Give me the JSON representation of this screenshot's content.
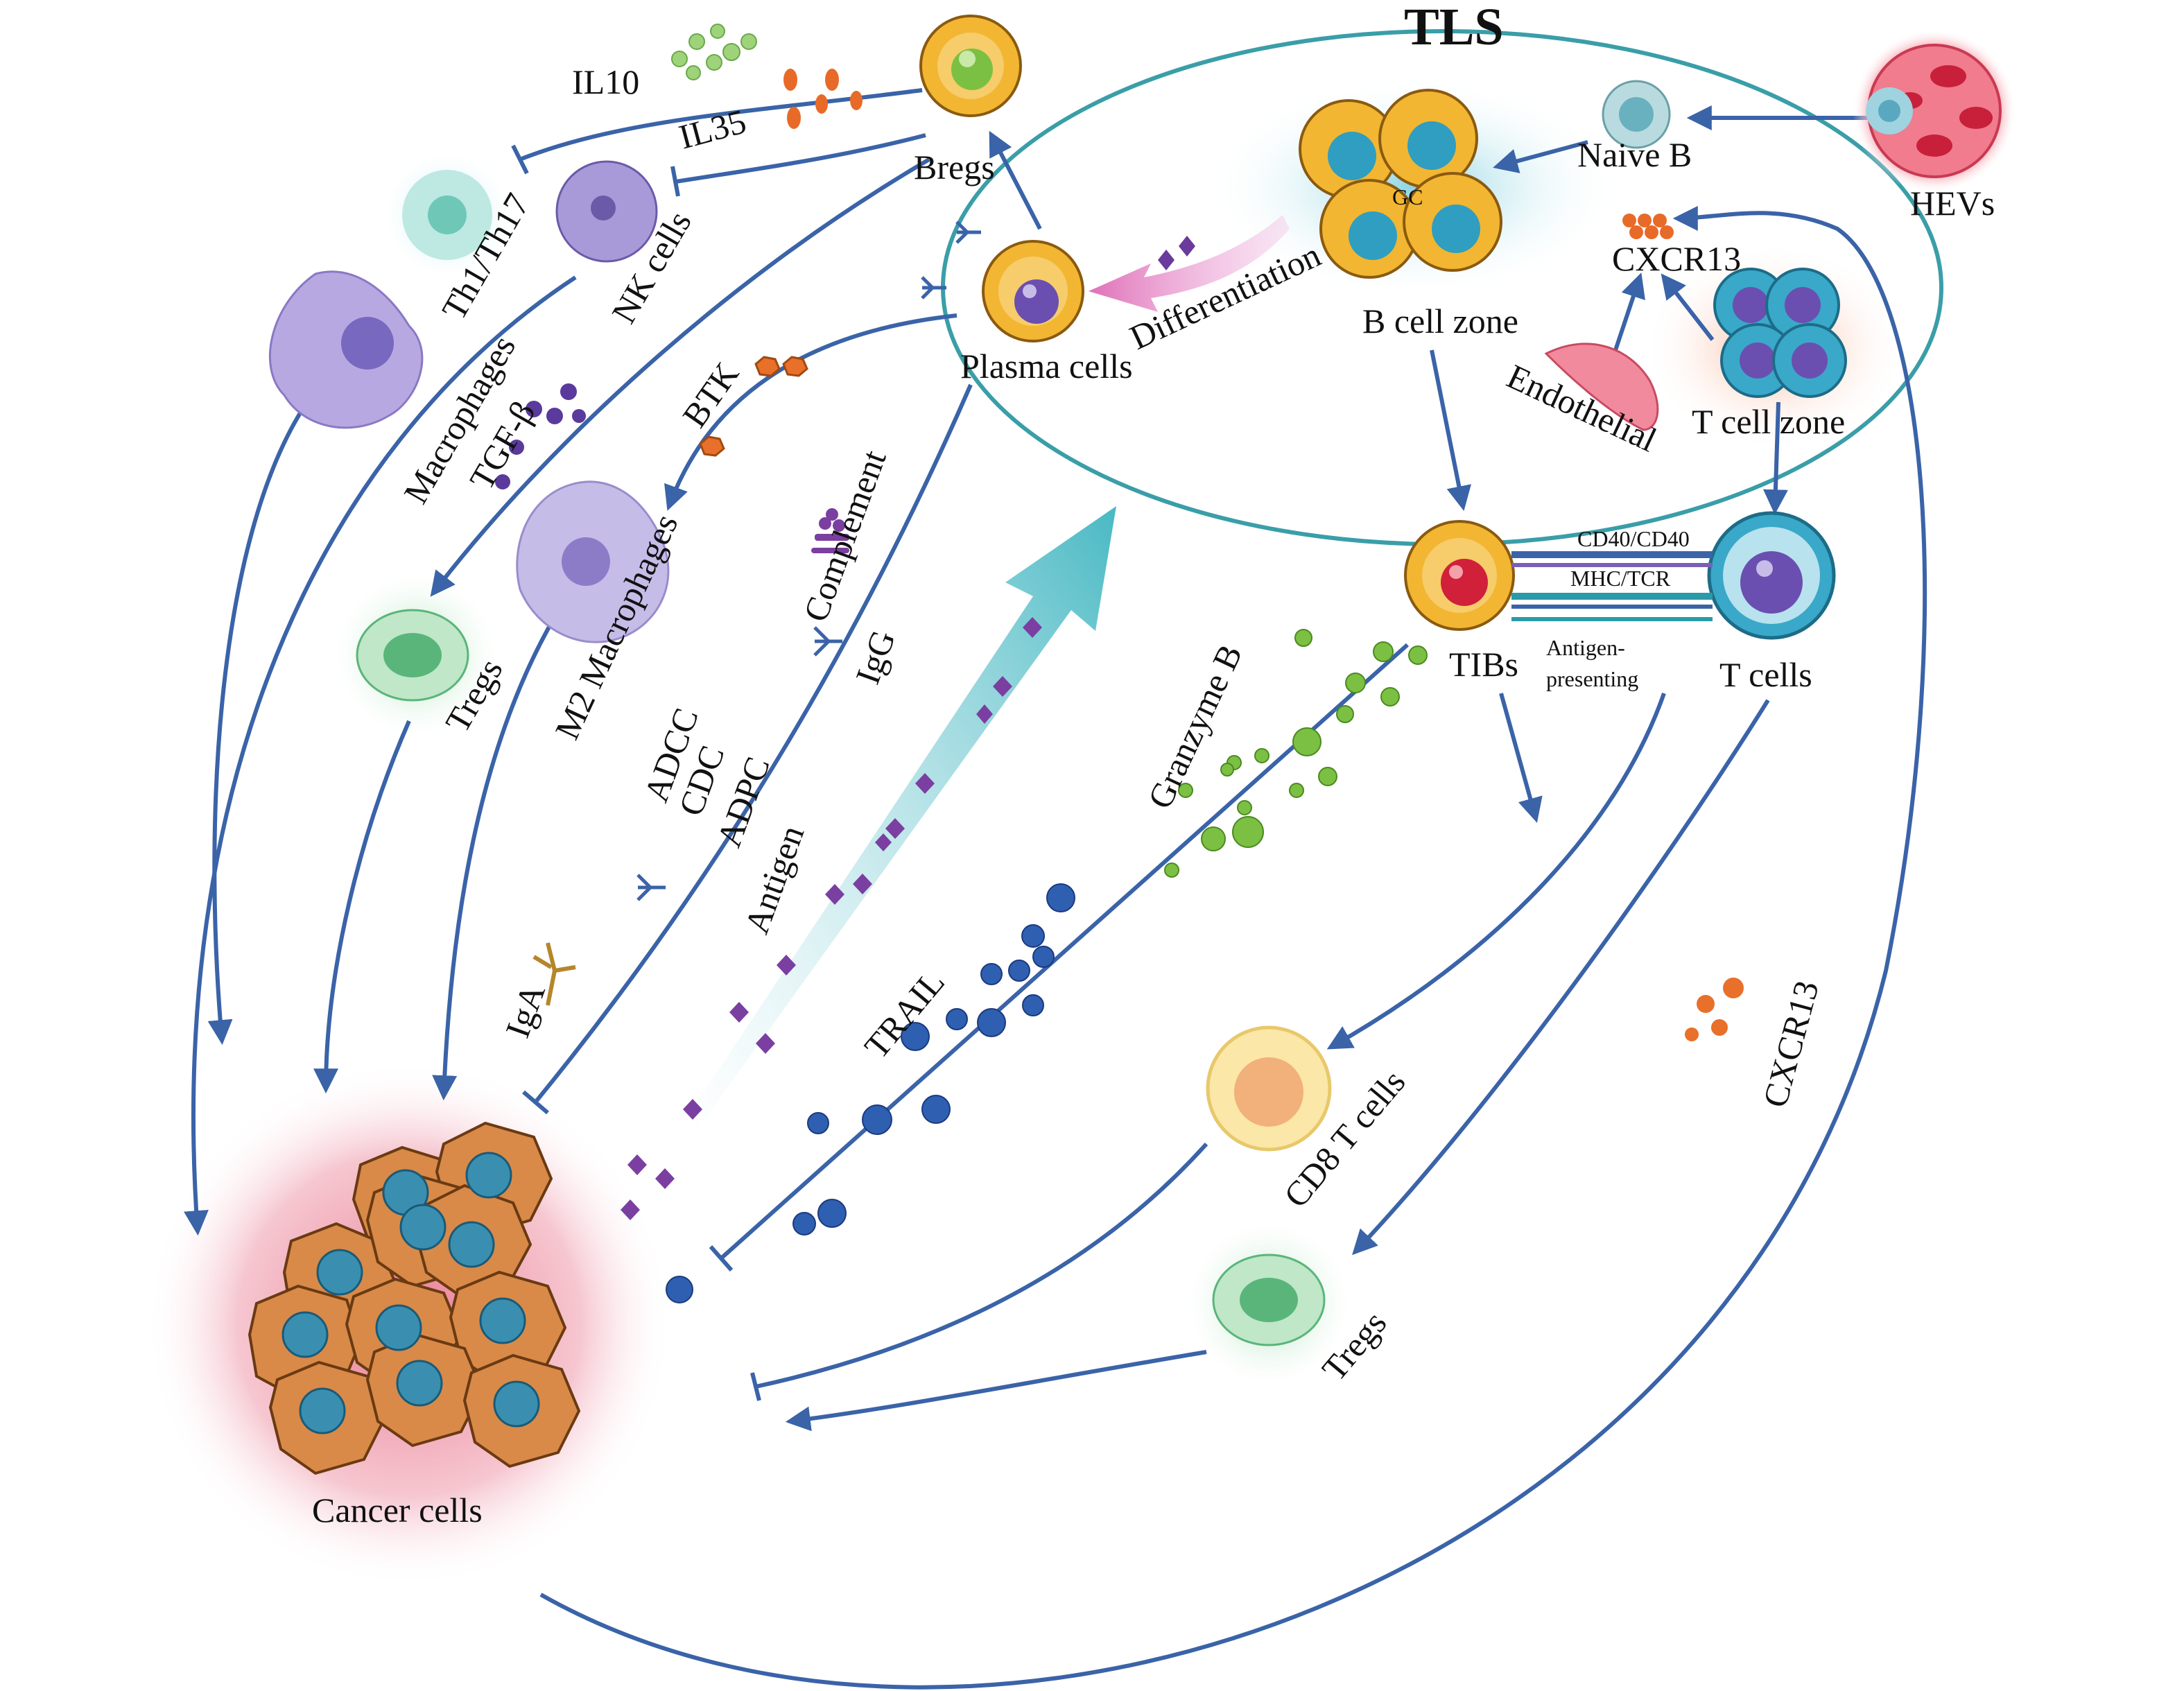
{
  "labels": {
    "tls": "TLS",
    "il10": "IL10",
    "il35": "IL35",
    "bregs": "Bregs",
    "th1_th17": "Th1/Th17",
    "nk_cells": "NK cells",
    "macrophages": "Macrophages",
    "tgf_b": "TGF-β",
    "btk": "BTK",
    "plasma_cells": "Plasma cells",
    "differentiation": "Differentiation",
    "gc": "GC",
    "b_cell_zone": "B cell zone",
    "naive_b": "Naive B",
    "hevs": "HEVs",
    "cxcr13_top": "CXCR13",
    "endothelial": "Endothelial",
    "t_cell_zone": "T cell zone",
    "complement": "Complement",
    "m2_macrophages": "M2 Macrophages",
    "tregs_left": "Tregs",
    "igg": "IgG",
    "adcc": "ADCC",
    "cdc": "CDC",
    "adpc": "ADPC",
    "antigen": "Antigen",
    "iga": "IgA",
    "granzyme_b": "Granzyme B",
    "trail": "TRAIL",
    "tibs": "TIBs",
    "cd40": "CD40/CD40",
    "mhc_tcr": "MHC/TCR",
    "antigen_presenting_1": "Antigen-",
    "antigen_presenting_2": "presenting",
    "t_cells": "T cells",
    "cd8_t_cells": "CD8 T cells",
    "cxcr13_right": "CXCR13",
    "tregs_right": "Tregs",
    "cancer_cells": "Cancer cells"
  },
  "colors": {
    "arrow": "#3a63a8",
    "tls_oval": "#3a9ea8",
    "plasma_cell": "#f2b632",
    "nucleus_purple": "#6a4fb0",
    "cancer_cell": "#d98a48",
    "cancer_nucleus": "#3a8fb0",
    "cancer_glow": "#e8708a",
    "treg": "#5ab57a",
    "granzyme": "#7cc043",
    "trail": "#2f5fb0",
    "antigen": "#7a3fa0",
    "il35_dot": "#e86a28",
    "il10_dot": "#9ed37a",
    "hev": "#d9536a",
    "macrophage": "#a89ad8"
  }
}
